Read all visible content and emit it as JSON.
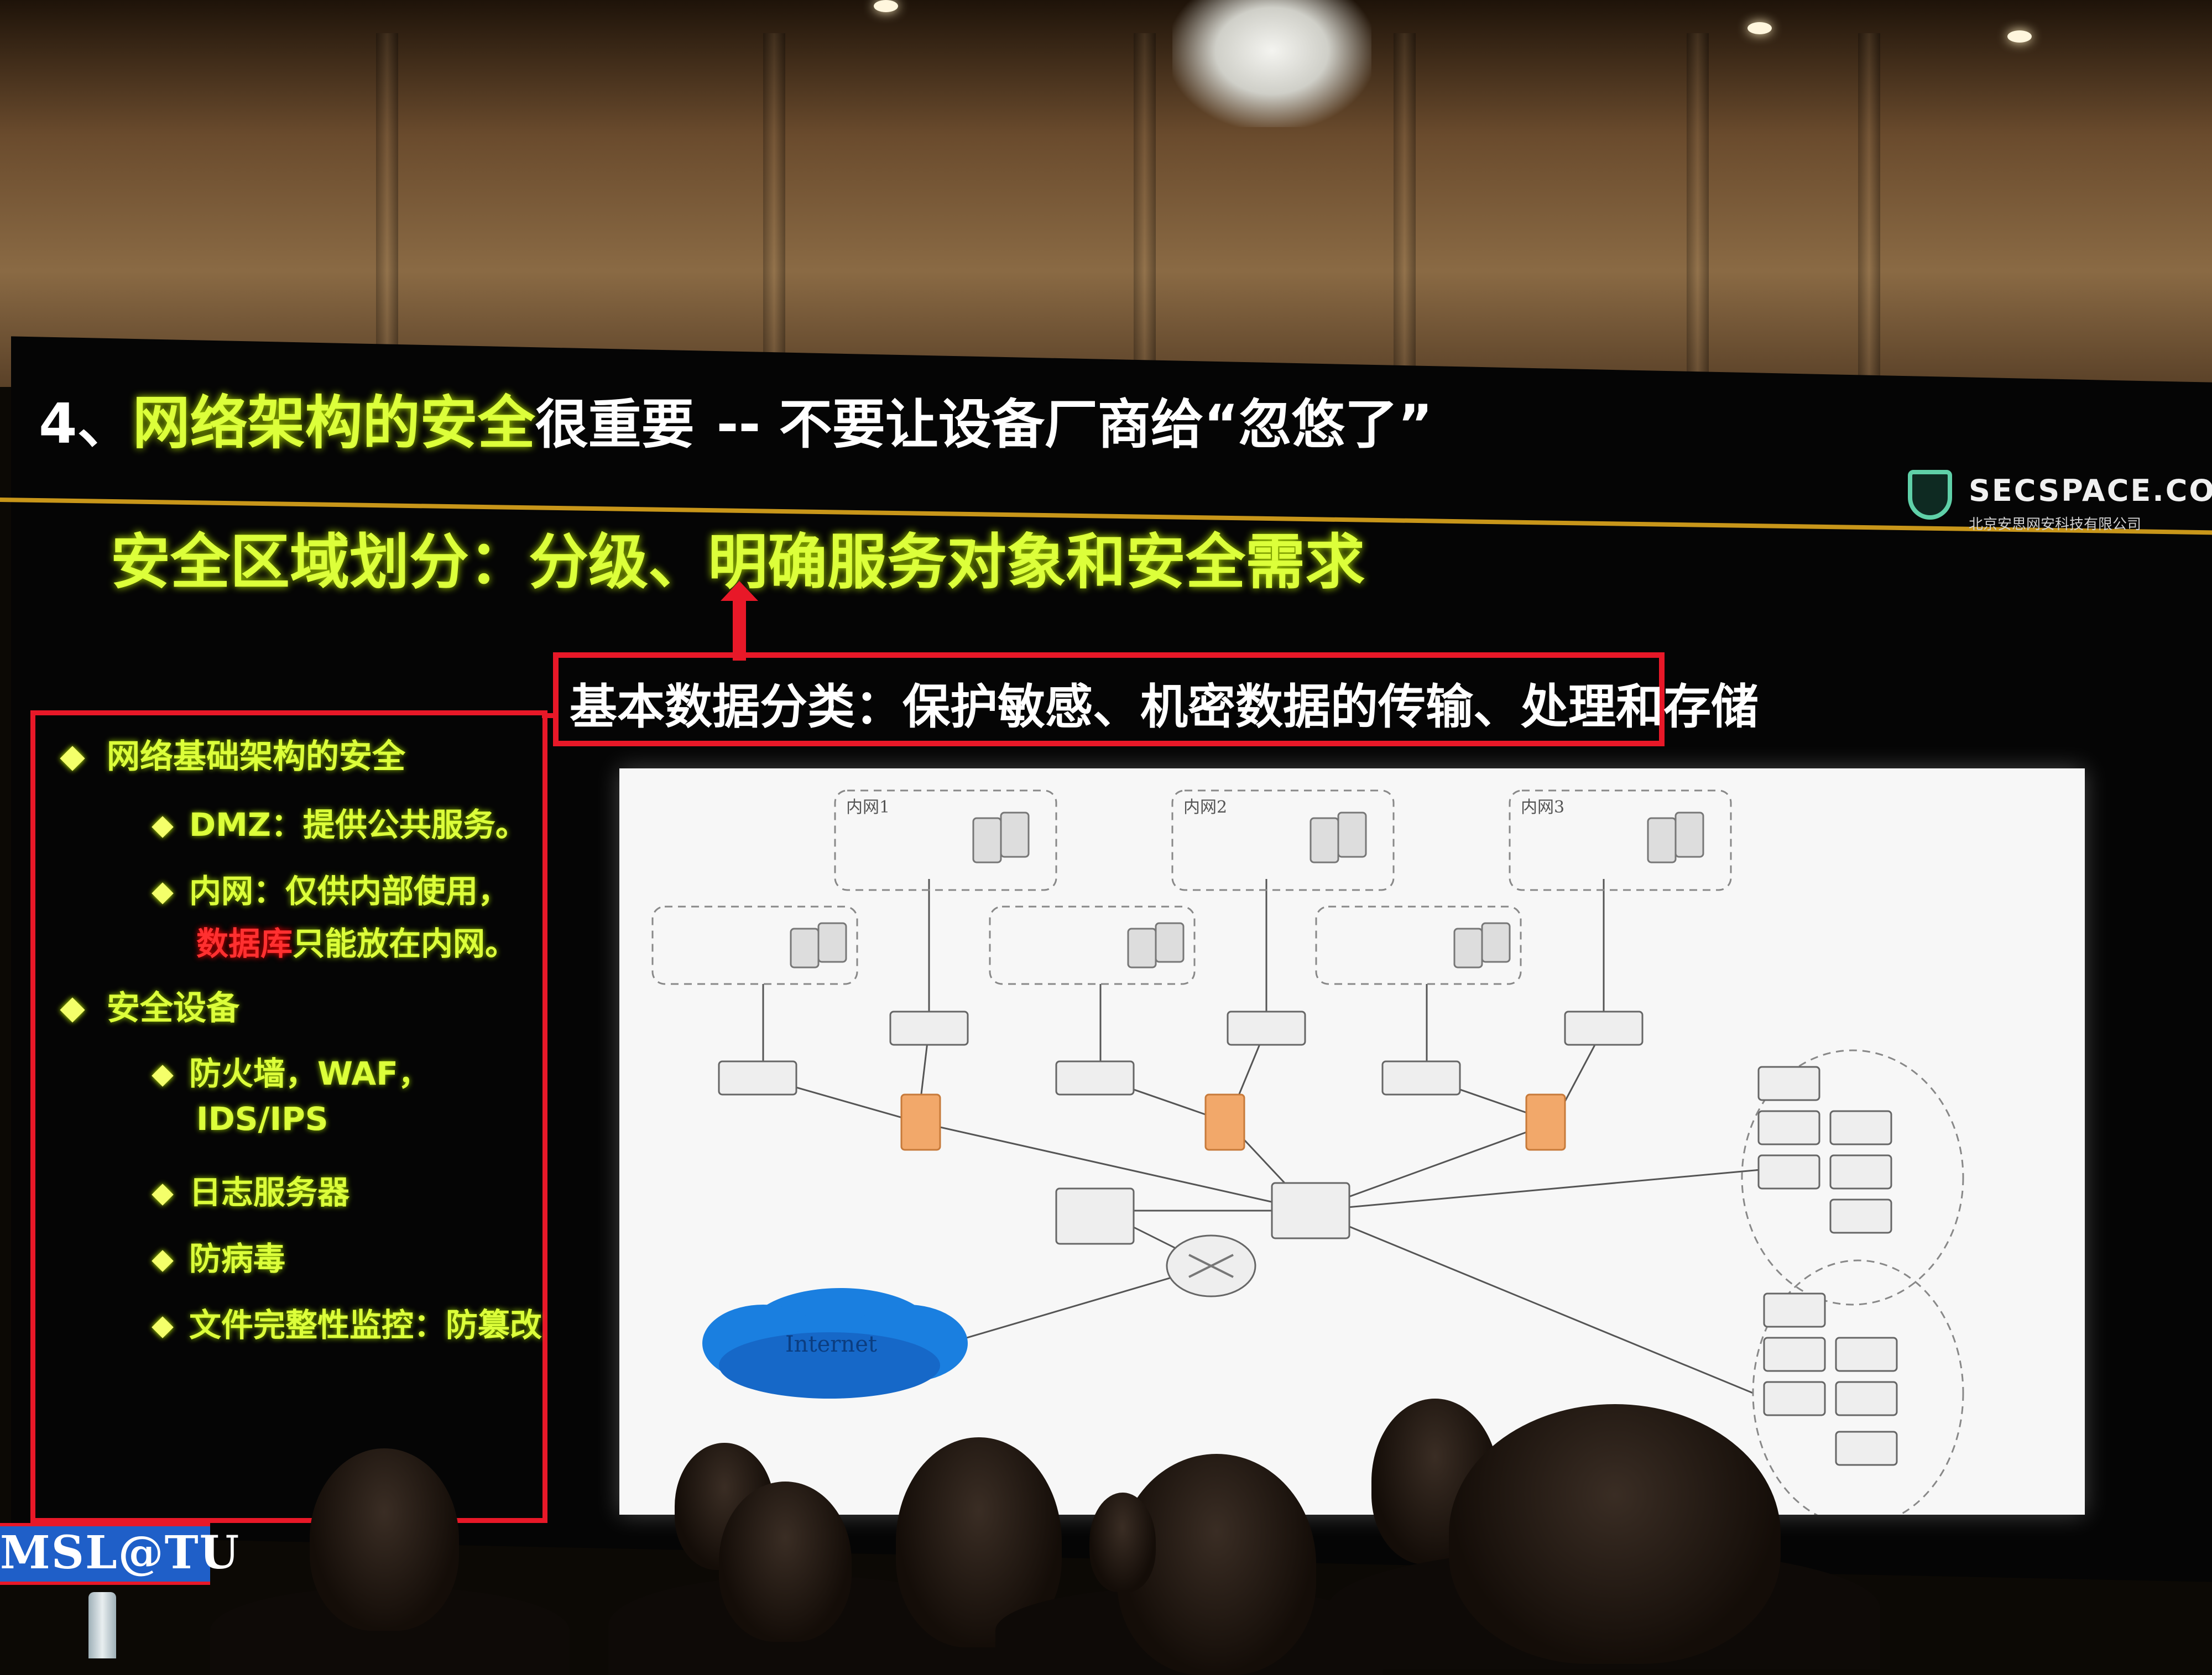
{
  "slide": {
    "number": "4、",
    "title_highlight": "网络架构的安全",
    "title_rest": "很重要",
    "title_tagline": "-- 不要让设备厂商给“忽悠了”",
    "logo_name": "SECSPACE.COM",
    "logo_subtitle": "北京安思网安科技有限公司",
    "subtitle": "安全区域划分：分级、明确服务对象和安全需求",
    "data_box_text": "基本数据分类：保护敏感、机密数据的传输、处理和存储",
    "bullets": [
      {
        "level": 1,
        "text": "网络基础架构的安全"
      },
      {
        "level": 2,
        "text": "DMZ：提供公共服务。"
      },
      {
        "level": 2,
        "text": "内网：仅供内部使用，",
        "red": "数据库",
        "after": "只能放在内网。"
      },
      {
        "level": 1,
        "text": "安全设备"
      },
      {
        "level": 2,
        "text": "防火墙，WAF，",
        "line2": "IDS/IPS"
      },
      {
        "level": 2,
        "text": "日志服务器"
      },
      {
        "level": 2,
        "text": "防病毒"
      },
      {
        "level": 2,
        "text": "文件完整性监控：防篡改"
      }
    ],
    "diagram_labels": {
      "intranet1": "内网1",
      "intranet2": "内网2",
      "intranet3": "内网3",
      "internet": "Internet"
    }
  },
  "badge": {
    "text": "MSL@TU"
  },
  "colors": {
    "highlight_green": "#dcff3a",
    "frame_red": "#e81828",
    "divider_gold": "#c8961a",
    "badge_blue": "#1f5fc8"
  }
}
